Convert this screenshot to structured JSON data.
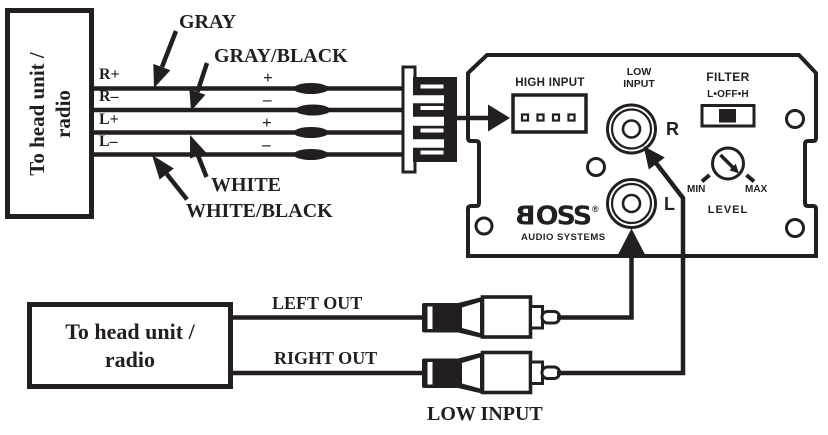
{
  "colors": {
    "ink": "#231f20",
    "background": "#ffffff"
  },
  "source_top": {
    "line1": "To head unit /",
    "line2": "radio"
  },
  "source_bottom": {
    "line1": "To head unit /",
    "line2": "radio"
  },
  "high_level_wires": {
    "rows": [
      {
        "terminal": "R+",
        "polarity": "+"
      },
      {
        "terminal": "R–",
        "polarity": "–"
      },
      {
        "terminal": "L+",
        "polarity": "+"
      },
      {
        "terminal": "L–",
        "polarity": "–"
      }
    ],
    "color_callouts": {
      "gray": "GRAY",
      "gray_black": "GRAY/BLACK",
      "white": "WHITE",
      "white_black": "WHITE/BLACK"
    }
  },
  "converter": {
    "high_input": "HIGH INPUT",
    "low_input_line1": "LOW",
    "low_input_line2": "INPUT",
    "jack_right": "R",
    "jack_left": "L",
    "filter": "FILTER",
    "filter_scale": "L•OFF•H",
    "level": "LEVEL",
    "level_min": "MIN",
    "level_max": "MAX",
    "brand_b": "B",
    "brand_rest": "OSS",
    "brand_reg": "®",
    "brand_sub": "AUDIO SYSTEMS"
  },
  "rca_outputs": {
    "left": "LEFT OUT",
    "right": "RIGHT OUT",
    "caption": "LOW INPUT"
  }
}
